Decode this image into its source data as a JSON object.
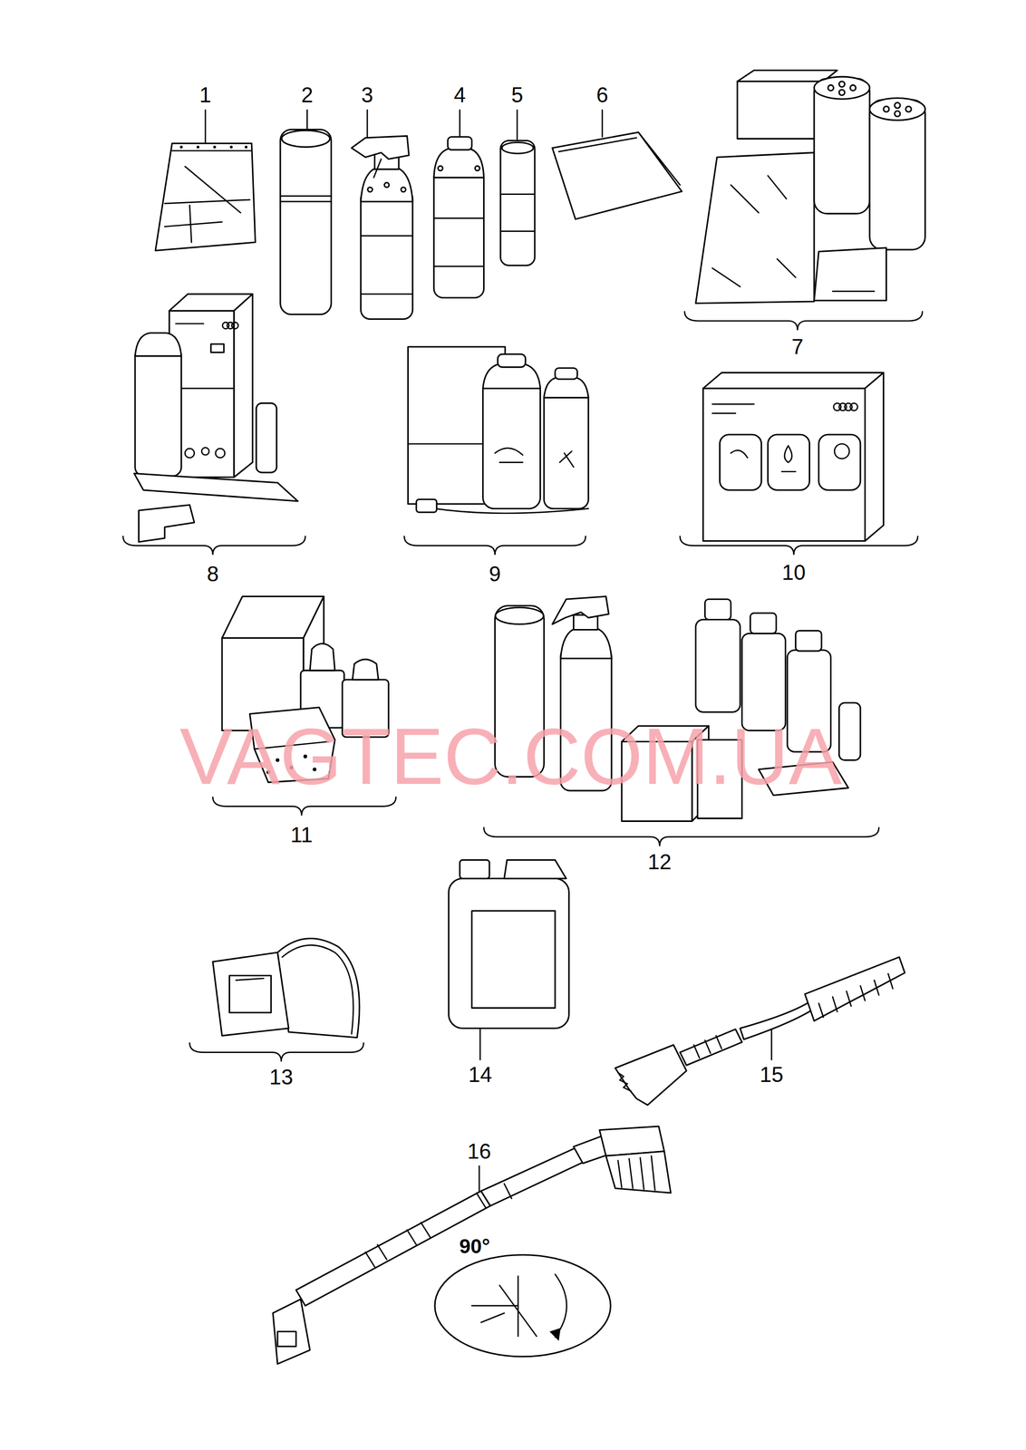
{
  "diagram": {
    "labels": [
      "1",
      "2",
      "3",
      "4",
      "5",
      "6",
      "7",
      "8",
      "9",
      "10",
      "11",
      "12",
      "13",
      "14",
      "15",
      "16",
      "90°",
      "VAGTEC.COM.UA"
    ]
  }
}
